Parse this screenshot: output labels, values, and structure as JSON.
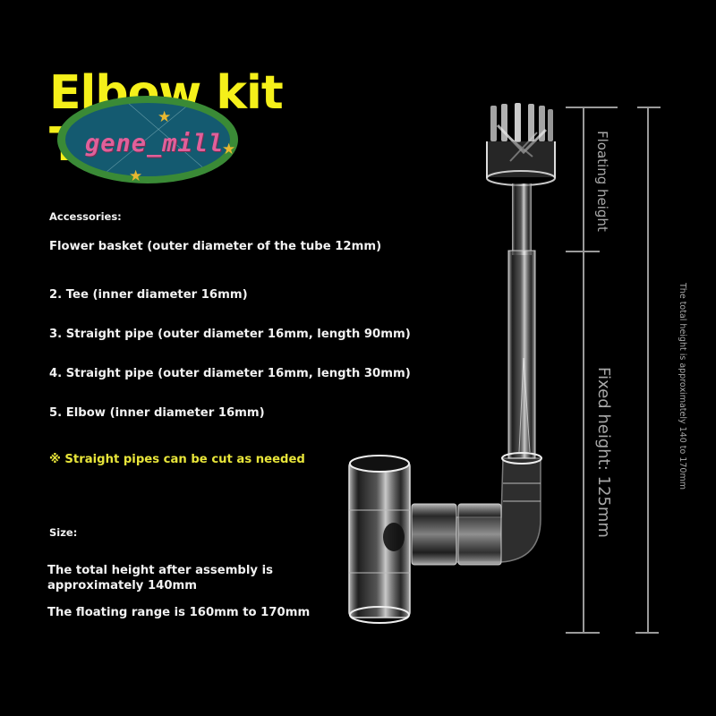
{
  "header": {
    "title": "Elbow kit",
    "title_line2": "T"
  },
  "watermark": {
    "text": "gene_mill",
    "colors": {
      "ring": "#3a8a36",
      "fill": "#145a70",
      "text": "#e0609a",
      "stars": "#e8b830"
    }
  },
  "accessories": {
    "heading": "Accessories:",
    "items": [
      "Flower basket (outer diameter of the tube 12mm)",
      "2. Tee (inner diameter 16mm)",
      "3. Straight pipe (outer diameter 16mm, length 90mm)",
      "4. Straight pipe (outer diameter 16mm, length 30mm)",
      "5. Elbow (inner diameter 16mm)"
    ],
    "note_icon": "※",
    "note": "Straight pipes can be cut as needed"
  },
  "size": {
    "heading": "Size:",
    "total_height_line1": "The total height after assembly is",
    "total_height_line2": "approximately 140mm",
    "floating_range": "The floating range is 160mm to 170mm"
  },
  "dimensions": {
    "floating_label": "Floating height",
    "fixed_label": "Fixed height: 125mm",
    "total_label": "The total height is approximately 140 to 170mm"
  },
  "colors": {
    "background": "#000000",
    "title": "#f5f01a",
    "note": "#e8e53a",
    "text": "#f2f2f2",
    "dimension_lines": "#9a9a9a"
  }
}
